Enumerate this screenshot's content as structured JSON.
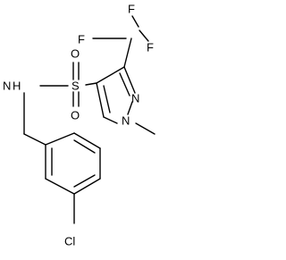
{
  "molecule": {
    "atoms": {
      "f1": "F",
      "f2": "F",
      "f3": "F",
      "n_pyrazole": "N",
      "n_methyl": "N",
      "o_top": "O",
      "o_bottom": "O",
      "s": "S",
      "nh": "N",
      "nh_h": "H",
      "cl": "Cl"
    }
  }
}
